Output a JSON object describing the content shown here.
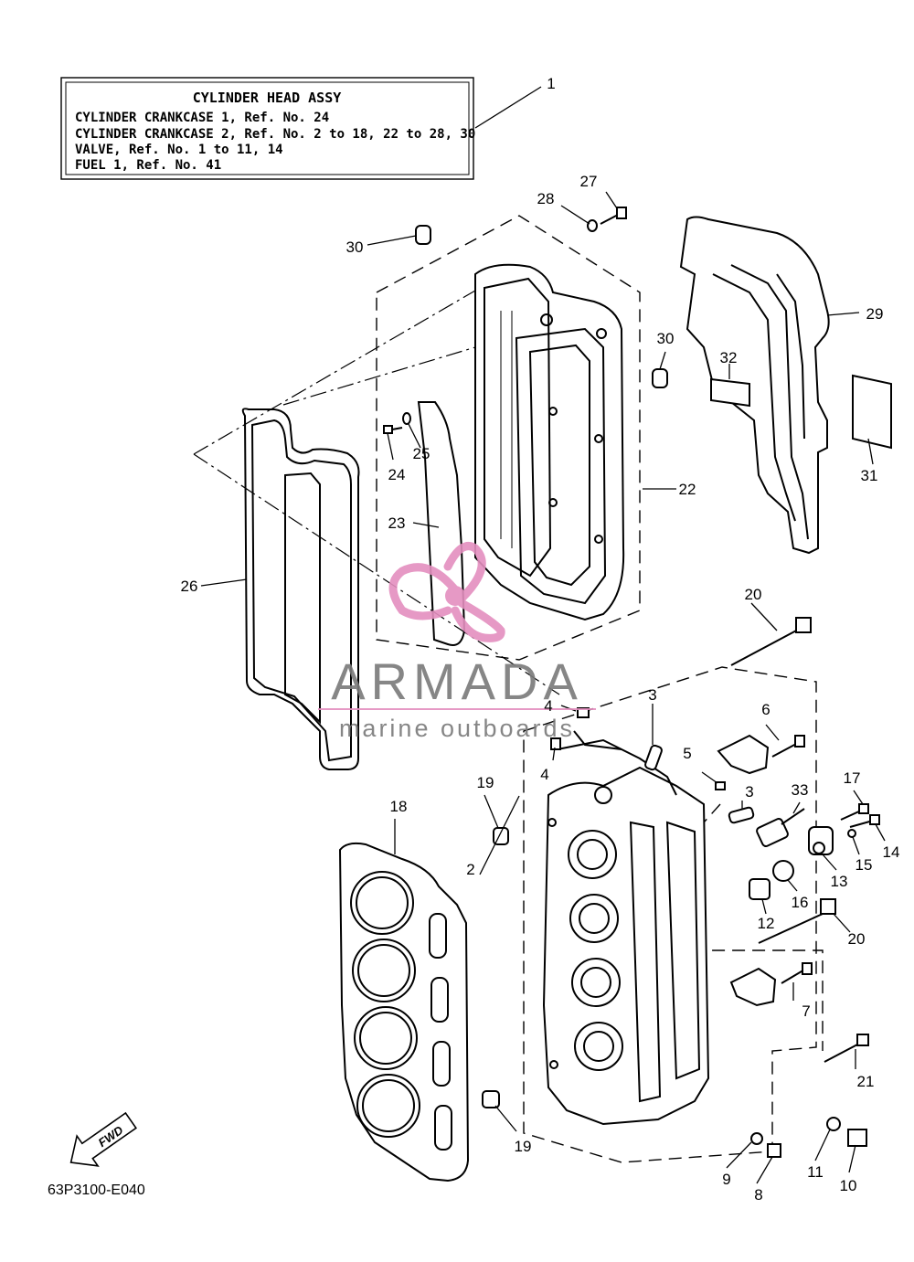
{
  "title_box": {
    "heading": "CYLINDER HEAD ASSY",
    "lines": [
      "CYLINDER CRANKCASE 1, Ref. No. 24",
      "CYLINDER CRANKCASE 2, Ref. No. 2 to 18, 22 to 28, 30",
      "VALVE,  Ref. No. 1 to 11, 14",
      "FUEL 1,  Ref. No. 41"
    ]
  },
  "callouts": {
    "c1": "1",
    "c2": "2",
    "c3a": "3",
    "c3b": "3",
    "c4a": "4",
    "c4b": "4",
    "c5": "5",
    "c6": "6",
    "c7": "7",
    "c8": "8",
    "c9": "9",
    "c10": "10",
    "c11": "11",
    "c12": "12",
    "c13": "13",
    "c14": "14",
    "c15": "15",
    "c16": "16",
    "c17": "17",
    "c18": "18",
    "c19a": "19",
    "c19b": "19",
    "c20a": "20",
    "c20b": "20",
    "c21": "21",
    "c22": "22",
    "c23": "23",
    "c24": "24",
    "c25": "25",
    "c26": "26",
    "c27": "27",
    "c28": "28",
    "c29": "29",
    "c30a": "30",
    "c30b": "30",
    "c31": "31",
    "c32": "32",
    "c33": "33"
  },
  "fwd_label": "FWD",
  "diagram_code": "63P3100-E040",
  "watermark": {
    "brand": "ARMADA",
    "tagline": "marine outboards"
  },
  "colors": {
    "line": "#000000",
    "watermark_pink": "#e48fbf",
    "watermark_gray": "#7a7a7a"
  }
}
